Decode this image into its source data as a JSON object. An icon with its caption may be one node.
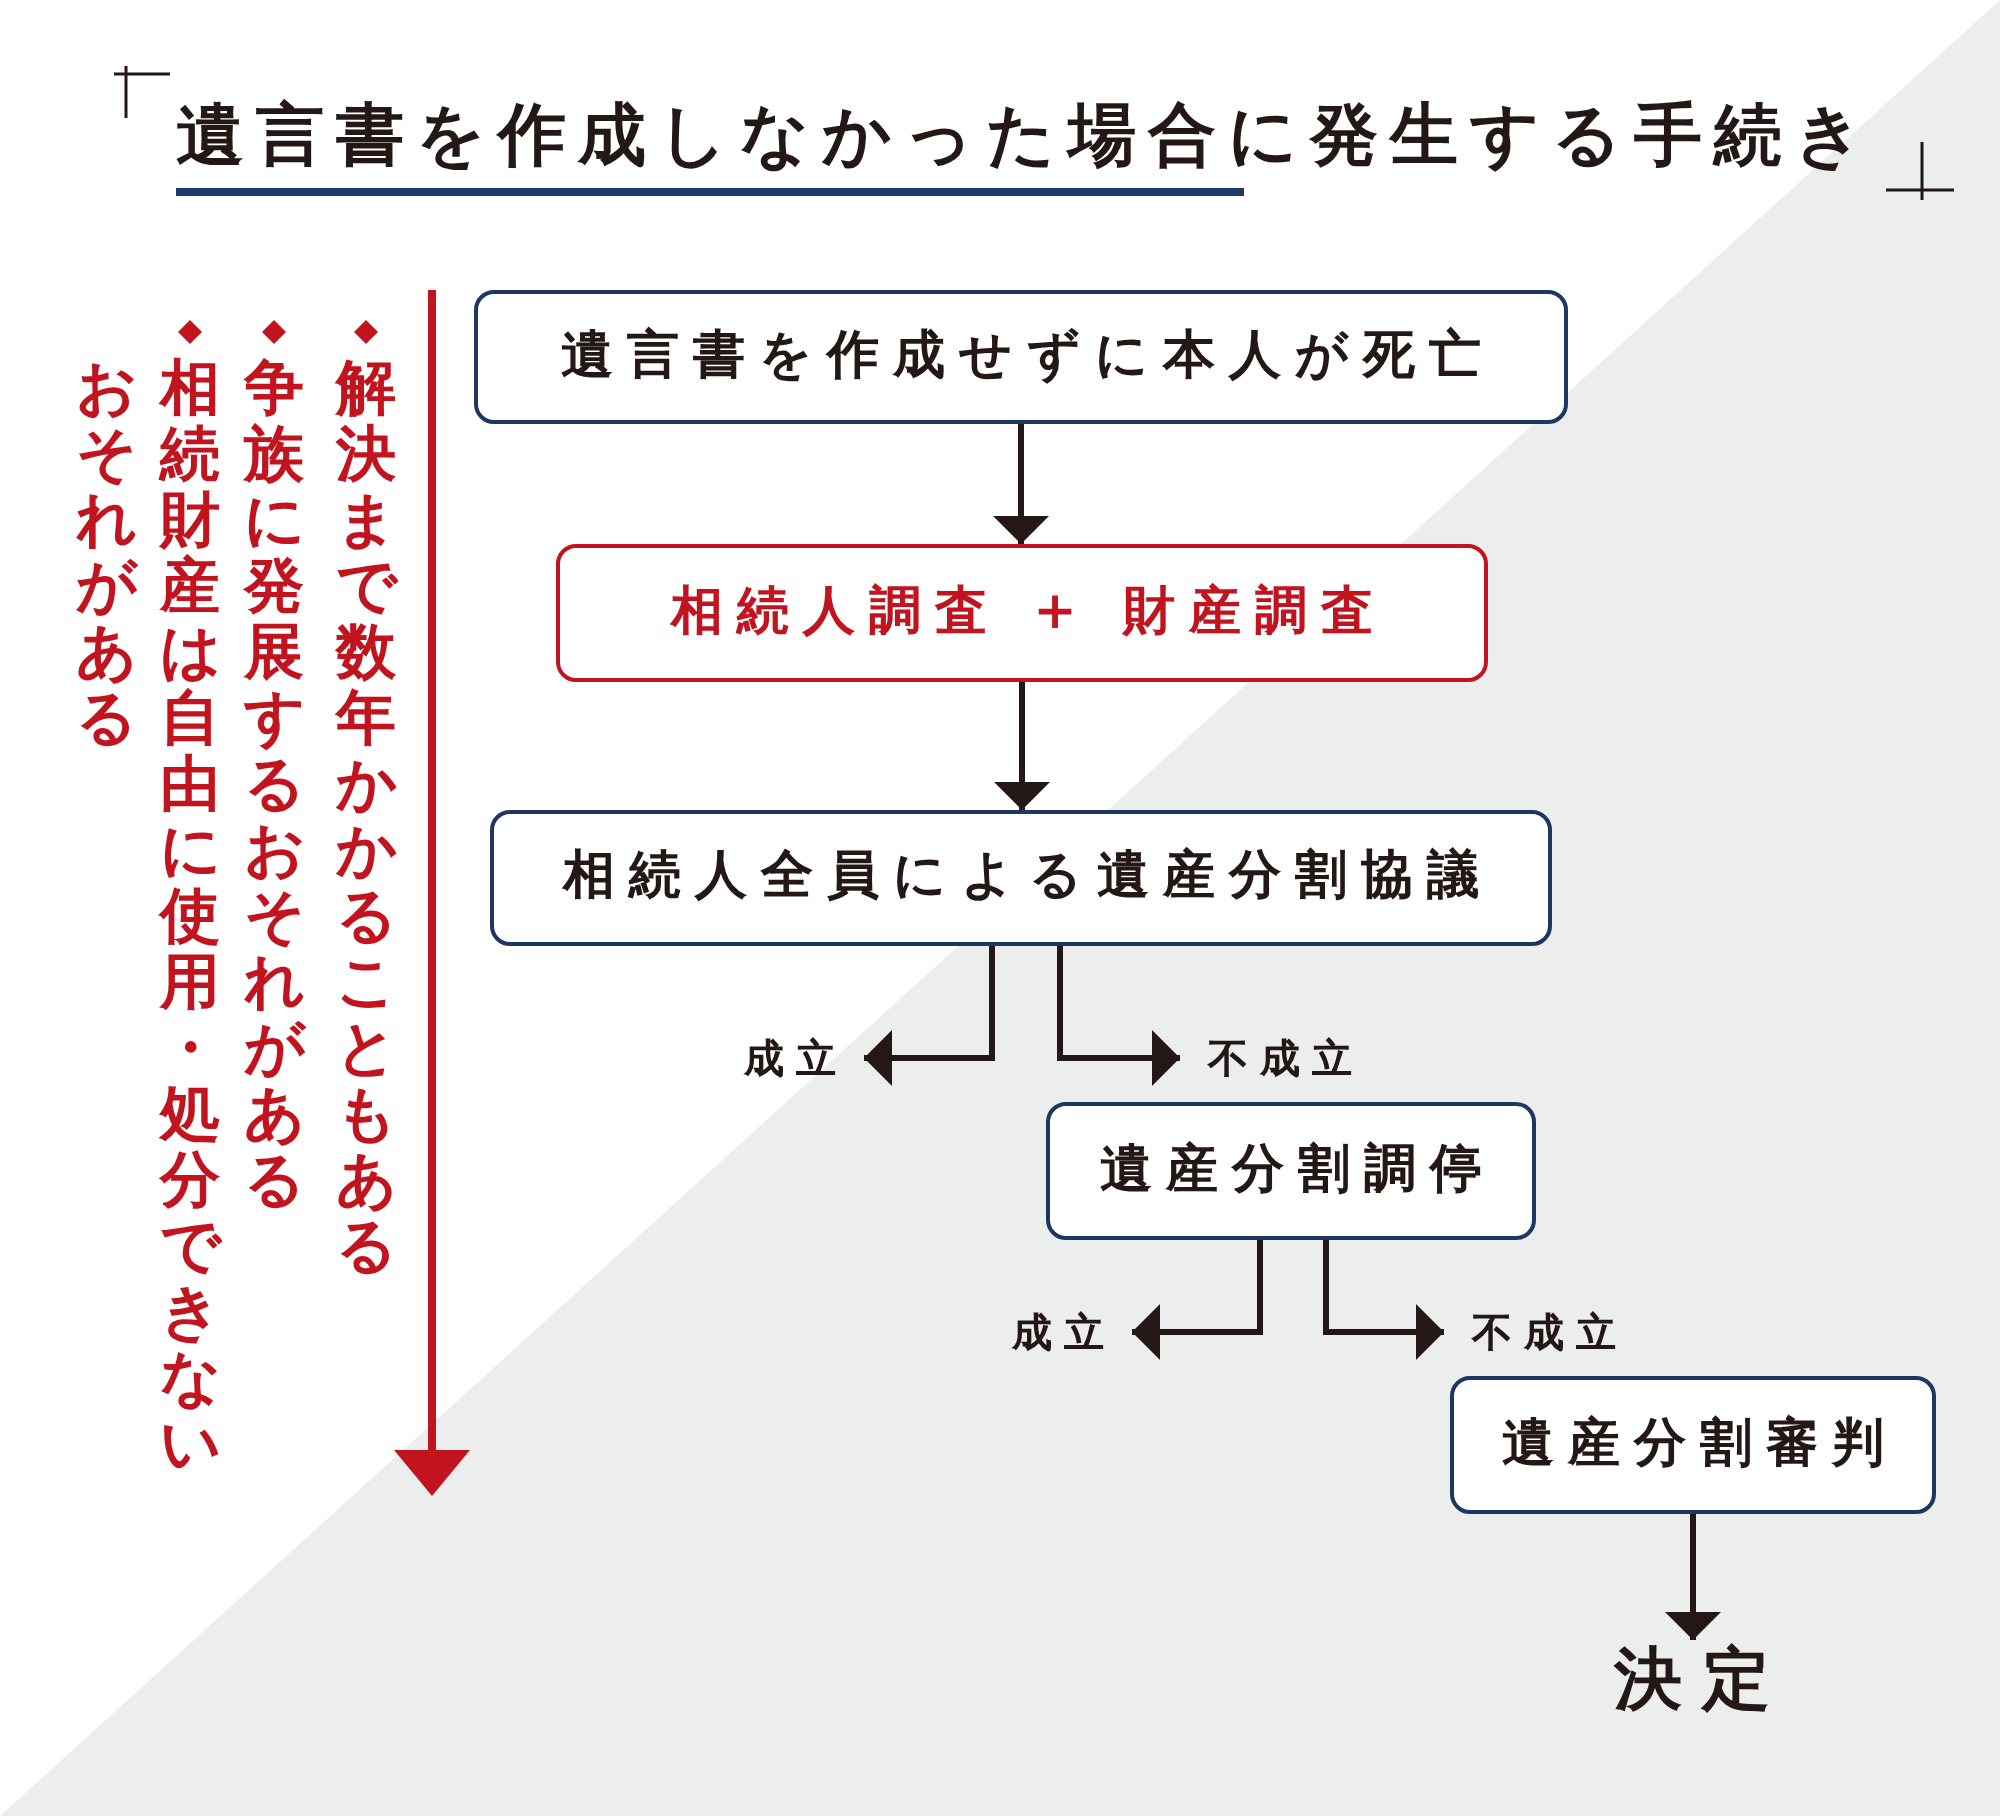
{
  "diagram": {
    "title": "遺言書を作成しなかった場合に発生する手続き",
    "nodes": [
      {
        "text": [
          "遺言書を作成せずに本人が死亡"
        ]
      },
      {
        "text": [
          "相続人調査 + 財産調査"
        ]
      },
      {
        "text": [
          "相続人全員による遺産分割協議"
        ]
      },
      {
        "text": [
          "成立"
        ]
      },
      {
        "text": [
          "不成立"
        ]
      },
      {
        "text": [
          "遺産分割調停"
        ]
      },
      {
        "text": [
          "成立"
        ]
      },
      {
        "text": [
          "不成立"
        ]
      },
      {
        "text": [
          "遺産分割審判"
        ]
      },
      {
        "text": [
          "決定"
        ]
      }
    ],
    "edges": [
      {
        "from": 0,
        "to": 1,
        "arrow": "to"
      },
      {
        "from": 1,
        "to": 2,
        "arrow": "to"
      },
      {
        "from": 2,
        "to": 3,
        "arrow": "to"
      },
      {
        "from": 2,
        "to": 4,
        "arrow": "to"
      },
      {
        "from": 5,
        "to": 6,
        "arrow": "to"
      },
      {
        "from": 5,
        "to": 7,
        "arrow": "to"
      },
      {
        "from": 8,
        "to": 9,
        "arrow": "to"
      }
    ],
    "labels": [
      "解決まで数年かかることもある",
      "争族に発展するおそれがある",
      "相続財産は自由に使用・処分できないおそれがある"
    ]
  }
}
